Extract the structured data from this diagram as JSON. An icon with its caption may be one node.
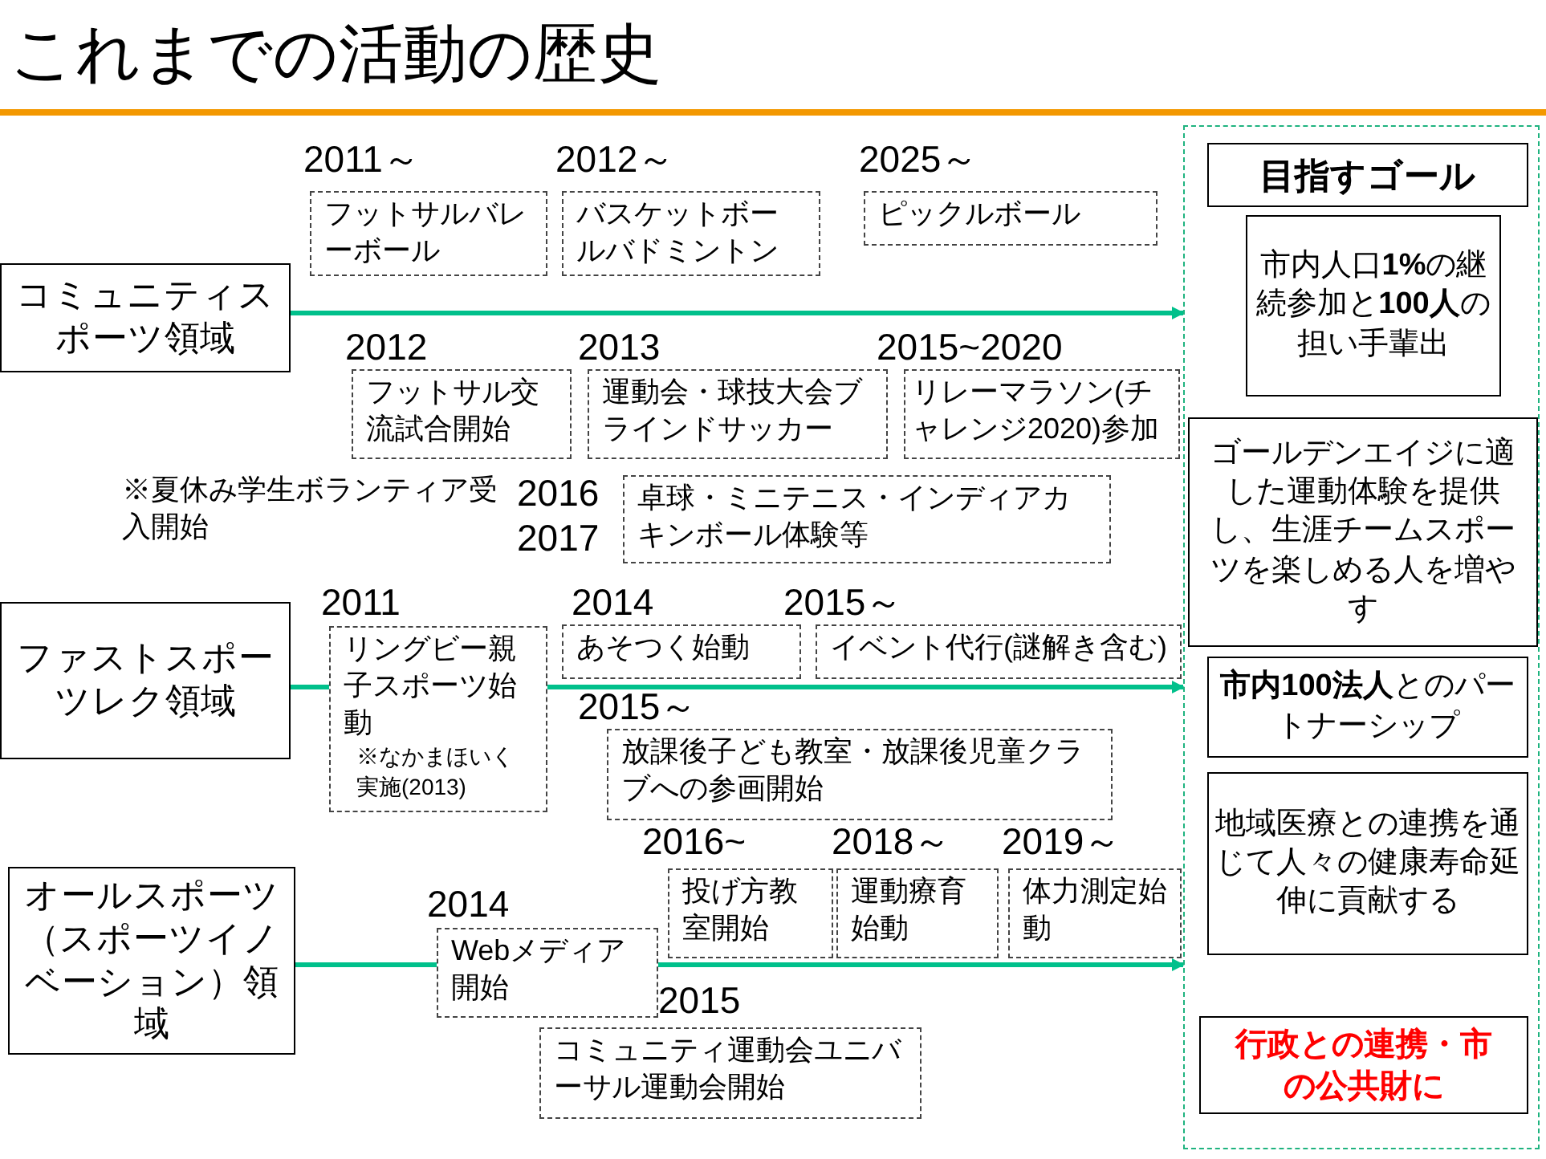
{
  "diagram": {
    "title": "これまでの活動の歴史",
    "nodes": [
      {
        "text": [
          "コミュニティスポーツ領域"
        ]
      },
      {
        "text": [
          "2011～",
          "フットサルバレーボール"
        ]
      },
      {
        "text": [
          "2012～",
          "バスケットボールバドミントン"
        ]
      },
      {
        "text": [
          "2025～",
          "ピックルボール"
        ]
      },
      {
        "text": [
          "2012",
          "フットサル交流試合開始"
        ]
      },
      {
        "text": [
          "2013",
          "運動会・球技大会ブラインドサッカー"
        ]
      },
      {
        "text": [
          "2015~2020",
          "リレーマラソン(チャレンジ2020)参加"
        ]
      },
      {
        "text": [
          "2016 2017",
          "卓球・ミニテニス・インディアカキンボール体験等"
        ]
      },
      {
        "text": [
          "ファストスポーツレク領域"
        ]
      },
      {
        "text": [
          "2011",
          "リングビー親子スポーツ始動",
          "※なかまほいく実施(2013)"
        ]
      },
      {
        "text": [
          "2014",
          "あそつく始動"
        ]
      },
      {
        "text": [
          "2015～",
          "イベント代行(謎解き含む)"
        ]
      },
      {
        "text": [
          "2015～",
          "放課後子ども教室・放課後児童クラブへの参画開始"
        ]
      },
      {
        "text": [
          "オールスポーツ（スポーツイノベーション）領域"
        ]
      },
      {
        "text": [
          "2014",
          "Webメディア開始"
        ]
      },
      {
        "text": [
          "2016~",
          "投げ方教室開始"
        ]
      },
      {
        "text": [
          "2018～",
          "運動療育始動"
        ]
      },
      {
        "text": [
          "2019～",
          "体力測定始動"
        ]
      },
      {
        "text": [
          "2015",
          "コミュニティ運動会ユニバーサル運動会開始"
        ]
      },
      {
        "text": [],
        "shape": "box"
      },
      {
        "text": [
          "目指すゴール"
        ],
        "in": 19
      },
      {
        "text": [
          "市内人口**1%**の継続参加と**100人**の担い手輩出"
        ],
        "in": 19
      },
      {
        "text": [
          "ゴールデンエイジに適した運動体験を提供し、生涯チームスポーツを楽しめる人を増やす"
        ],
        "in": 19
      },
      {
        "text": [
          "**市内100法人**とのパートナーシップ"
        ],
        "in": 19
      },
      {
        "text": [
          "地域医療との連携を通じて人々の健康寿命延伸に貢献する"
        ],
        "in": 19
      },
      {
        "text": [
          "行政との連携・市の公共財に"
        ],
        "in": 19
      }
    ],
    "edges": [
      {
        "from": 0,
        "to": 19,
        "arrow": "to"
      },
      {
        "from": 8,
        "to": 9,
        "arrow": "none"
      },
      {
        "from": 9,
        "to": 19,
        "arrow": "to"
      },
      {
        "from": 13,
        "to": 14,
        "arrow": "none"
      },
      {
        "from": 14,
        "to": 19,
        "arrow": "to"
      }
    ],
    "labels": [
      "※夏休み学生ボランティア受入開始"
    ]
  }
}
